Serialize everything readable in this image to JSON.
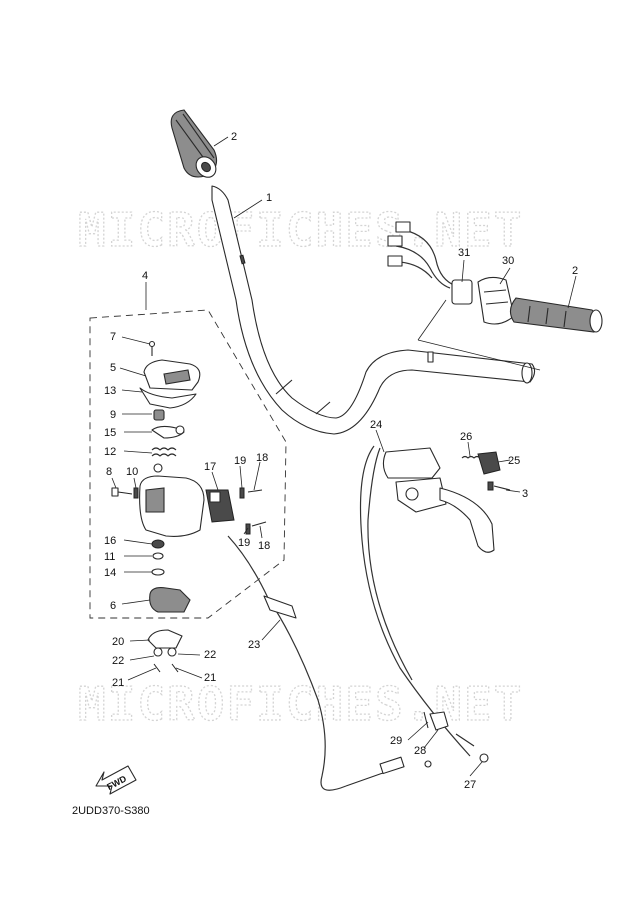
{
  "watermark": {
    "text_top": "MICROFICHES.NET",
    "text_bottom": "MICROFICHES.NET"
  },
  "drawing_code": "2UDD370-S380",
  "fwd_label": "FWD",
  "callouts": {
    "c1": "1",
    "c2_left": "2",
    "c2_right": "2",
    "c3": "3",
    "c4": "4",
    "c5": "5",
    "c6": "6",
    "c7": "7",
    "c8": "8",
    "c9": "9",
    "c10": "10",
    "c11": "11",
    "c12": "12",
    "c13": "13",
    "c14": "14",
    "c15": "15",
    "c16": "16",
    "c17": "17",
    "c18_top": "18",
    "c18_bottom": "18",
    "c19_top": "19",
    "c19_bottom": "19",
    "c20": "20",
    "c21_left": "21",
    "c21_right": "21",
    "c22_left": "22",
    "c22_right": "22",
    "c23": "23",
    "c24": "24",
    "c25": "25",
    "c26": "26",
    "c27": "27",
    "c28": "28",
    "c29": "29",
    "c30": "30",
    "c31": "31"
  }
}
